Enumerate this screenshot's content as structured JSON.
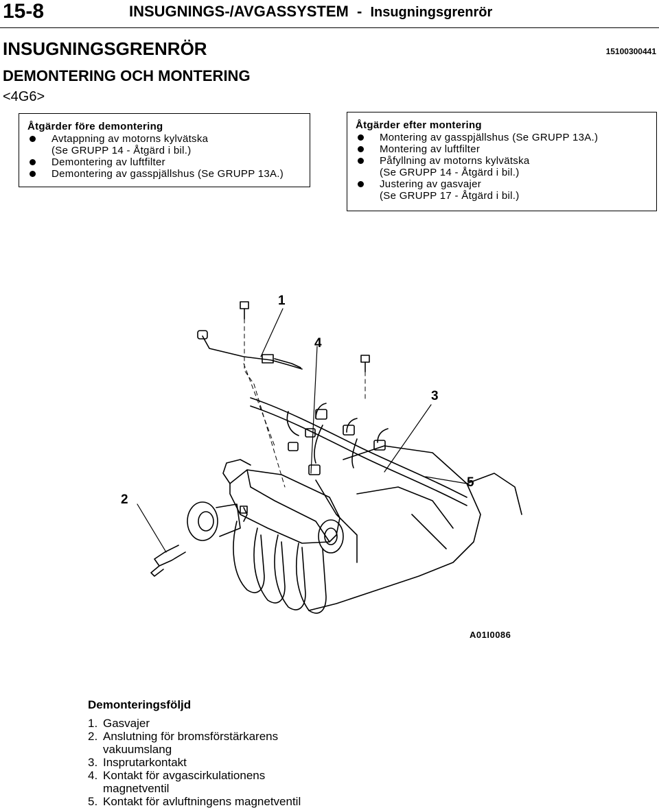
{
  "header": {
    "page_number": "15-8",
    "running_title": "INSUGNINGS-/AVGASSYSTEM",
    "running_separator": "-",
    "running_subtitle": "Insugningsgrenrör"
  },
  "section_title": "INSUGNINGSGRENRÖR",
  "document_code": "15100300441",
  "subsection_title": "DEMONTERING OCH MONTERING",
  "engine_code": "<4G6>",
  "before_removal": {
    "heading": "Åtgärder före demontering",
    "items": [
      {
        "lines": [
          "Avtappning av motorns kylvätska",
          "(Se GRUPP 14 - Åtgärd i bil.)"
        ]
      },
      {
        "lines": [
          "Demontering av luftfilter"
        ]
      },
      {
        "lines": [
          "Demontering av gasspjällshus (Se GRUPP 13A.)"
        ]
      }
    ]
  },
  "after_installation": {
    "heading": "Åtgärder efter montering",
    "items": [
      {
        "lines": [
          "Montering av gasspjällshus (Se GRUPP 13A.)"
        ]
      },
      {
        "lines": [
          "Montering av luftfilter"
        ]
      },
      {
        "lines": [
          "Påfyllning av motorns kylvätska",
          "(Se GRUPP 14 - Åtgärd i bil.)"
        ]
      },
      {
        "lines": [
          "Justering av gasvajer",
          "(Se GRUPP 17 - Åtgärd i bil.)"
        ]
      }
    ]
  },
  "diagram": {
    "callouts": [
      "1",
      "4",
      "3",
      "5",
      "2"
    ],
    "figure_code": "A01I0086"
  },
  "removal_order": {
    "heading": "Demonteringsföljd",
    "items": [
      {
        "num": "1.",
        "lines": [
          "Gasvajer"
        ]
      },
      {
        "num": "2.",
        "lines": [
          "Anslutning för bromsförstärkarens",
          "vakuumslang"
        ]
      },
      {
        "num": "3.",
        "lines": [
          "Insprutarkontakt"
        ]
      },
      {
        "num": "4.",
        "lines": [
          "Kontakt för avgascirkulationens",
          "magnetventil"
        ]
      },
      {
        "num": "5.",
        "lines": [
          "Kontakt för avluftningens magnetventil"
        ]
      }
    ]
  }
}
